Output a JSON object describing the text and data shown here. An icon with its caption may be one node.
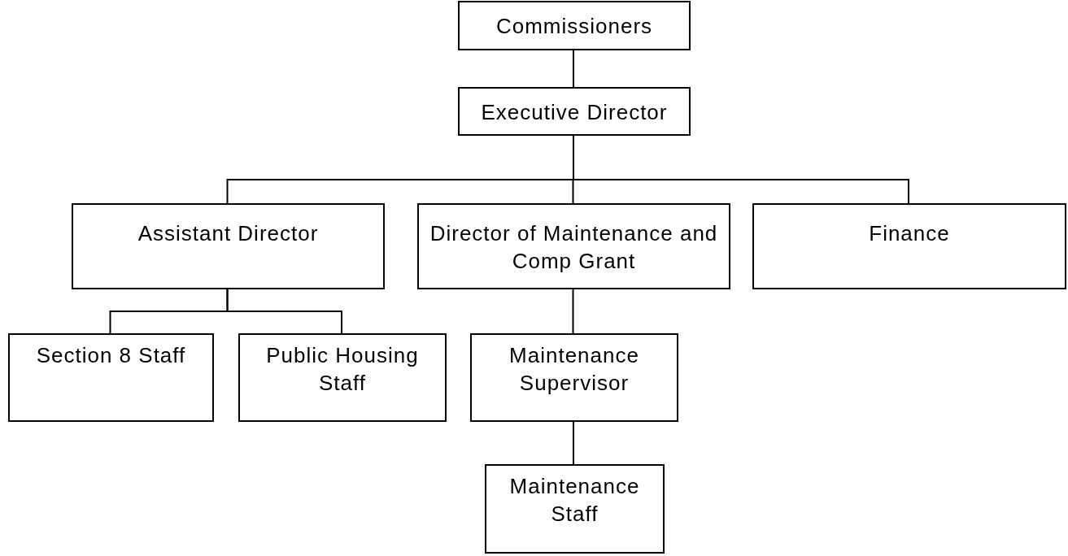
{
  "diagram": {
    "nodes": [
      {
        "text": [
          "Commissioners"
        ]
      },
      {
        "text": [
          "Executive Director"
        ]
      },
      {
        "text": [
          "Assistant Director"
        ]
      },
      {
        "text": [
          "Director of Maintenance and Comp Grant"
        ]
      },
      {
        "text": [
          "Finance"
        ]
      },
      {
        "text": [
          "Section 8 Staff"
        ]
      },
      {
        "text": [
          "Public Housing Staff"
        ]
      },
      {
        "text": [
          "Maintenance Supervisor"
        ]
      },
      {
        "text": [
          "Maintenance Staff"
        ]
      }
    ],
    "edges": [
      {
        "from": 0,
        "to": 1,
        "arrow": "none"
      },
      {
        "from": 1,
        "to": 2,
        "arrow": "none"
      },
      {
        "from": 1,
        "to": 3,
        "arrow": "none"
      },
      {
        "from": 1,
        "to": 4,
        "arrow": "none"
      },
      {
        "from": 2,
        "to": 5,
        "arrow": "none"
      },
      {
        "from": 2,
        "to": 6,
        "arrow": "none"
      },
      {
        "from": 3,
        "to": 7,
        "arrow": "none"
      },
      {
        "from": 7,
        "to": 8,
        "arrow": "none"
      }
    ]
  }
}
